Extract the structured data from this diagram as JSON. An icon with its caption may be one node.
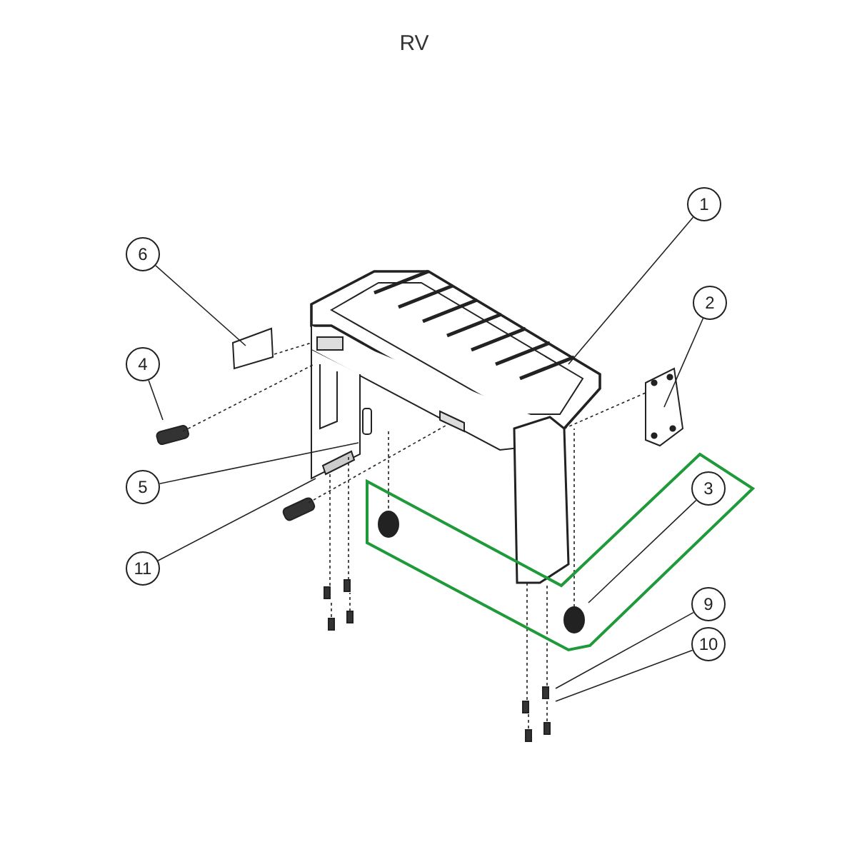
{
  "diagram": {
    "title": "RV",
    "nodes": [
      {
        "text": [
          "1"
        ]
      },
      {
        "text": [
          "6"
        ]
      },
      {
        "text": [
          "2"
        ]
      },
      {
        "text": [
          "4"
        ]
      },
      {
        "text": [
          "5"
        ]
      },
      {
        "text": [
          "3"
        ]
      },
      {
        "text": [
          "11"
        ]
      },
      {
        "text": [
          "9"
        ]
      },
      {
        "text": [
          "10"
        ]
      }
    ],
    "edges": [
      {
        "from": 0,
        "to": null,
        "arrow": "none"
      },
      {
        "from": 1,
        "to": null,
        "arrow": "none"
      },
      {
        "from": 2,
        "to": null,
        "arrow": "none"
      },
      {
        "from": 3,
        "to": null,
        "arrow": "none"
      },
      {
        "from": 4,
        "to": null,
        "arrow": "none"
      },
      {
        "from": 5,
        "to": null,
        "arrow": "none"
      },
      {
        "from": 6,
        "to": null,
        "arrow": "none"
      },
      {
        "from": 7,
        "to": null,
        "arrow": "none"
      },
      {
        "from": 8,
        "to": null,
        "arrow": "none"
      }
    ]
  }
}
